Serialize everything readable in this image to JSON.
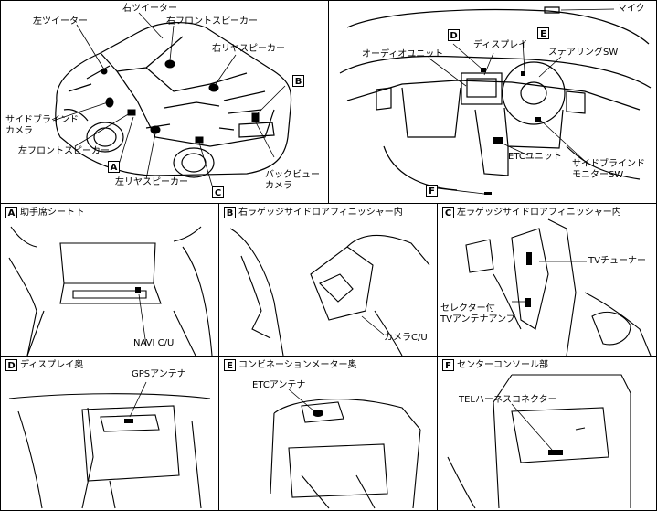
{
  "overview_vehicle": {
    "labels": {
      "left_tweeter": "左ツイーター",
      "right_tweeter": "右ツイーター",
      "right_front_speaker": "右フロントスピーカー",
      "right_rear_speaker": "右リヤスピーカー",
      "side_blind_camera": "サイドブラインド\nカメラ",
      "left_front_speaker": "左フロントスピーカー",
      "left_rear_speaker": "左リヤスピーカー",
      "back_view_camera": "バックビュー\nカメラ"
    },
    "markers": {
      "a": "A",
      "b": "B",
      "c": "C"
    }
  },
  "overview_cabin": {
    "labels": {
      "mic": "マイク",
      "display": "ディスプレイ",
      "audio_unit": "オーディオユニット",
      "steering_sw": "ステアリングSW",
      "etc_unit": "ETCユニット",
      "side_blind_monitor_sw": "サイドブラインド\nモニターSW"
    },
    "markers": {
      "d": "D",
      "e": "E",
      "f": "F"
    }
  },
  "panels": [
    {
      "letter": "A",
      "title": "助手席シート下",
      "labels": [
        "NAVI C/U"
      ]
    },
    {
      "letter": "B",
      "title": "右ラゲッジサイドロアフィニッシャー内",
      "labels": [
        "カメラC/U"
      ]
    },
    {
      "letter": "C",
      "title": "左ラゲッジサイドロアフィニッシャー内",
      "labels": [
        "TVチューナー",
        "セレクター付\nTVアンテナアンプ"
      ]
    },
    {
      "letter": "D",
      "title": "ディスプレイ奥",
      "labels": [
        "GPSアンテナ"
      ]
    },
    {
      "letter": "E",
      "title": "コンビネーションメーター奥",
      "labels": [
        "ETCアンテナ"
      ]
    },
    {
      "letter": "F",
      "title": "センターコンソール部",
      "labels": [
        "TELハーネスコネクター"
      ]
    }
  ]
}
